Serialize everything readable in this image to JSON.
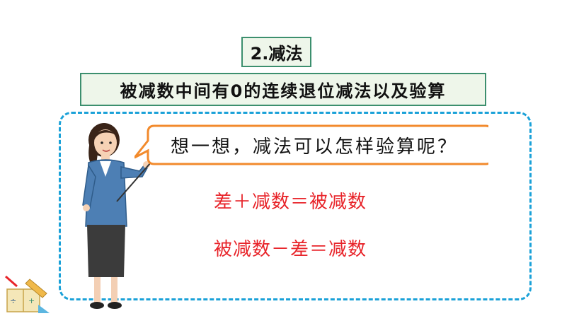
{
  "header": {
    "section_title": "2.减法",
    "topic": "被减数中间有0的连续退位减法以及验算"
  },
  "speech_bubble": {
    "text": "想一想，减法可以怎样验算呢？"
  },
  "formulas": {
    "line1": "差＋减数＝被减数",
    "line2": "被减数－差＝减数"
  },
  "colors": {
    "box_border": "#3c8f6e",
    "box_fill": "#eef6ea",
    "frame_dash": "#1aa1d8",
    "formula_text": "#e8242a",
    "bubble_border": "#f28a2c"
  },
  "icons": {
    "teacher": "teacher-illustration",
    "corner": "school-supplies-icon"
  }
}
